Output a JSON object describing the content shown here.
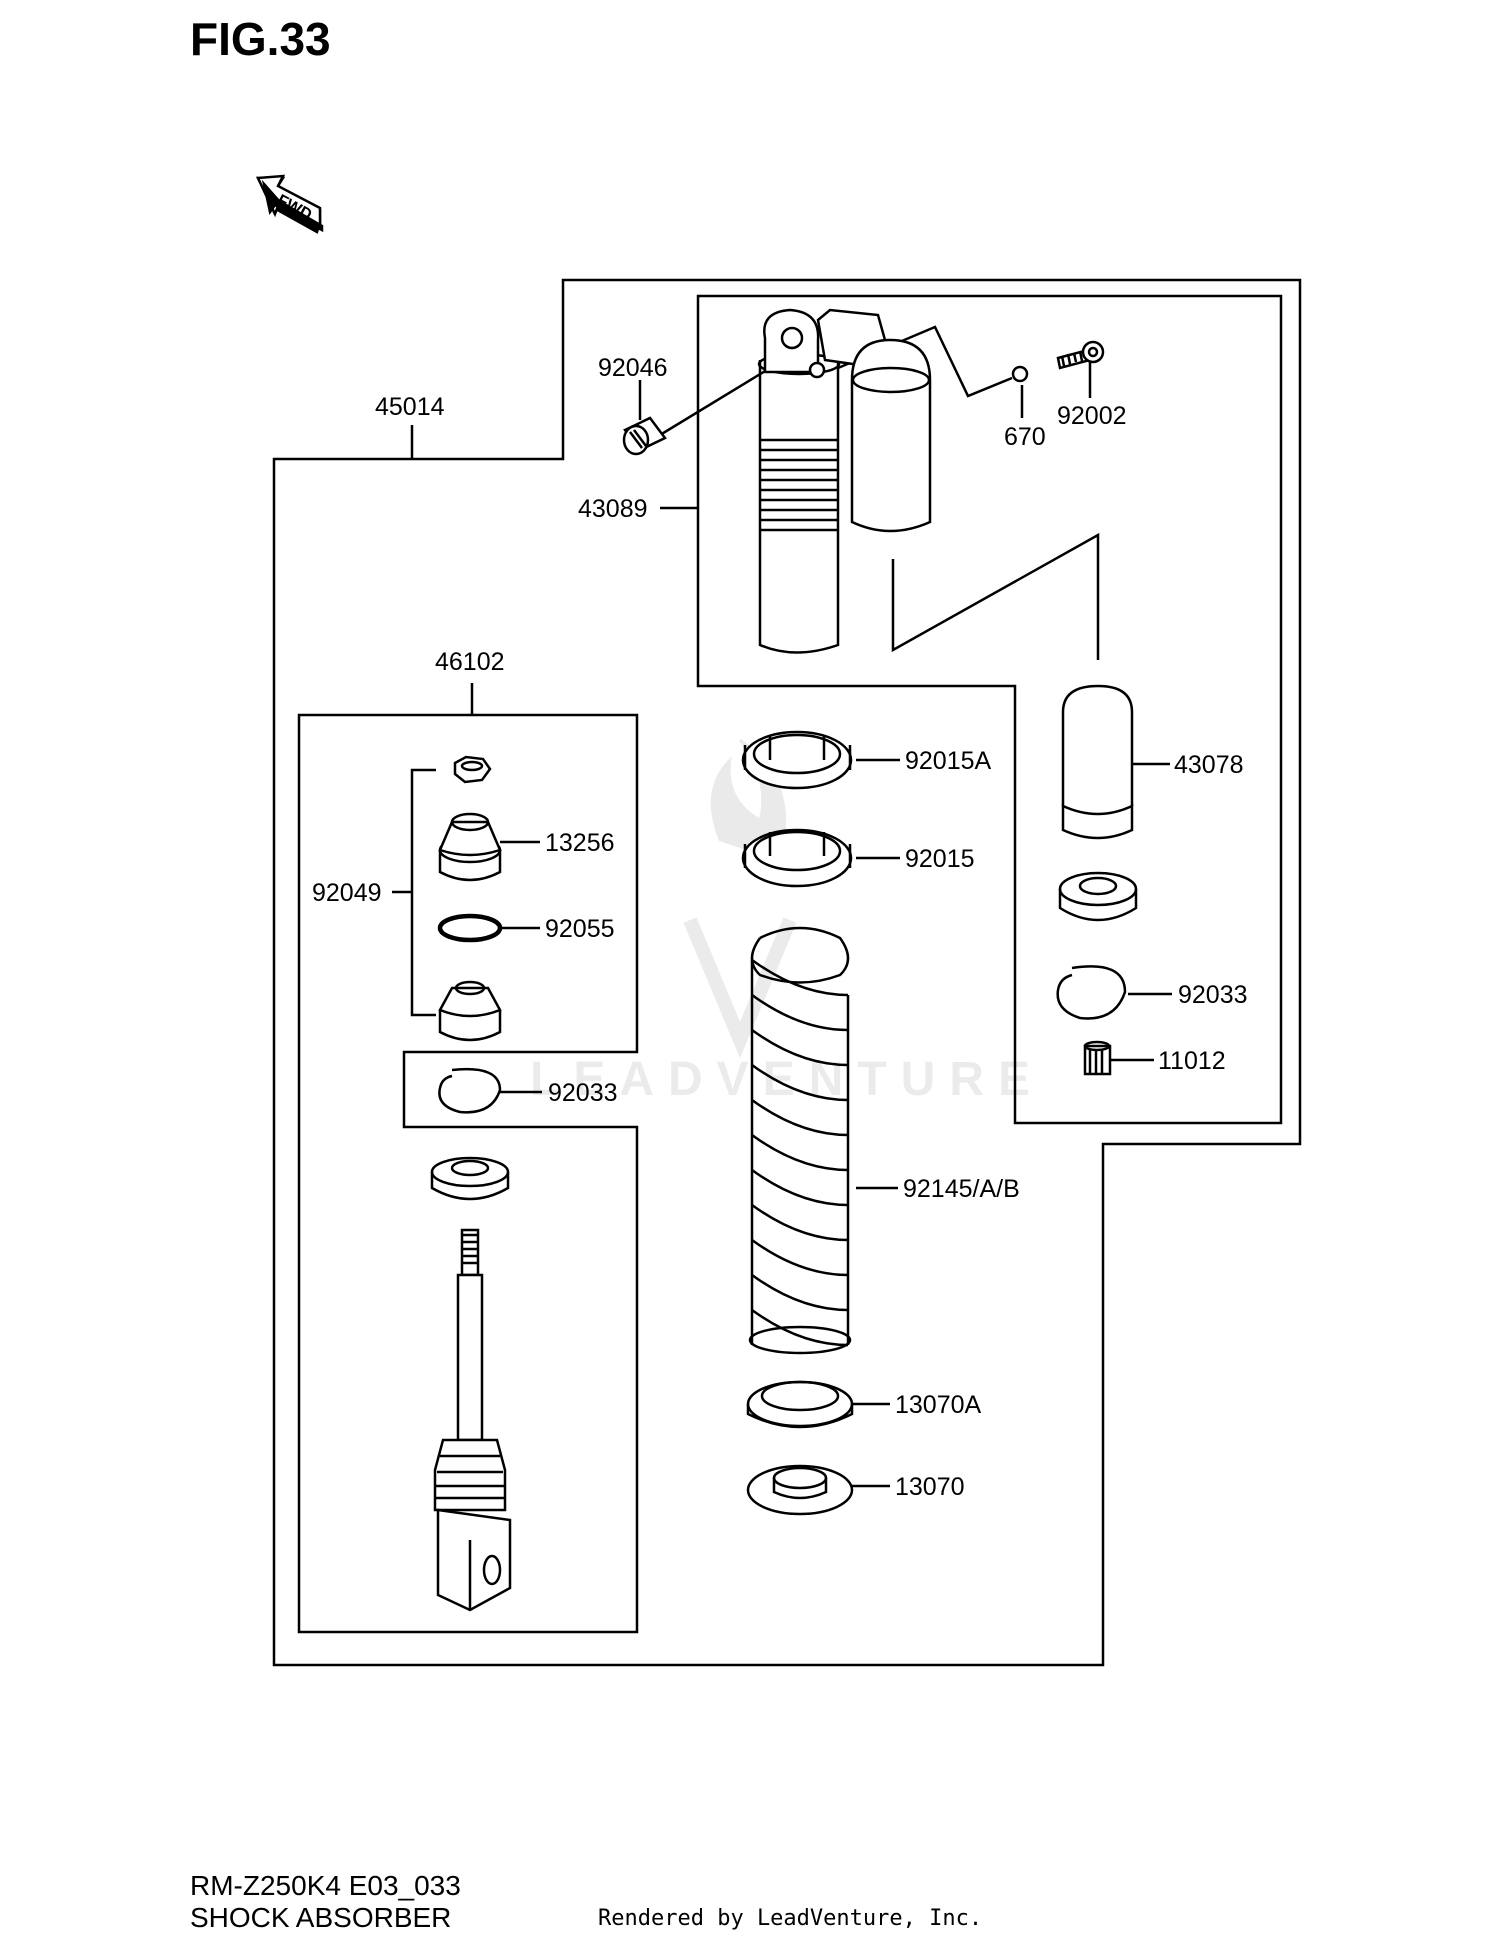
{
  "figure": {
    "title": "FIG.33",
    "fwd_label": "FWD",
    "model_code": "RM-Z250K4 E03_033",
    "section_name": "SHOCK ABSORBER",
    "rendered_by": "Rendered by LeadVenture, Inc.",
    "watermark": "LEADVENTURE"
  },
  "parts": {
    "p45014": "45014",
    "p92046": "92046",
    "p43089": "43089",
    "p670": "670",
    "p92002": "92002",
    "p43078": "43078",
    "p92033_right": "92033",
    "p11012": "11012",
    "p46102": "46102",
    "p13256": "13256",
    "p92049": "92049",
    "p92055": "92055",
    "p92033_left": "92033",
    "p92015A": "92015A",
    "p92015": "92015",
    "p92145": "92145/A/B",
    "p13070A": "13070A",
    "p13070": "13070"
  }
}
